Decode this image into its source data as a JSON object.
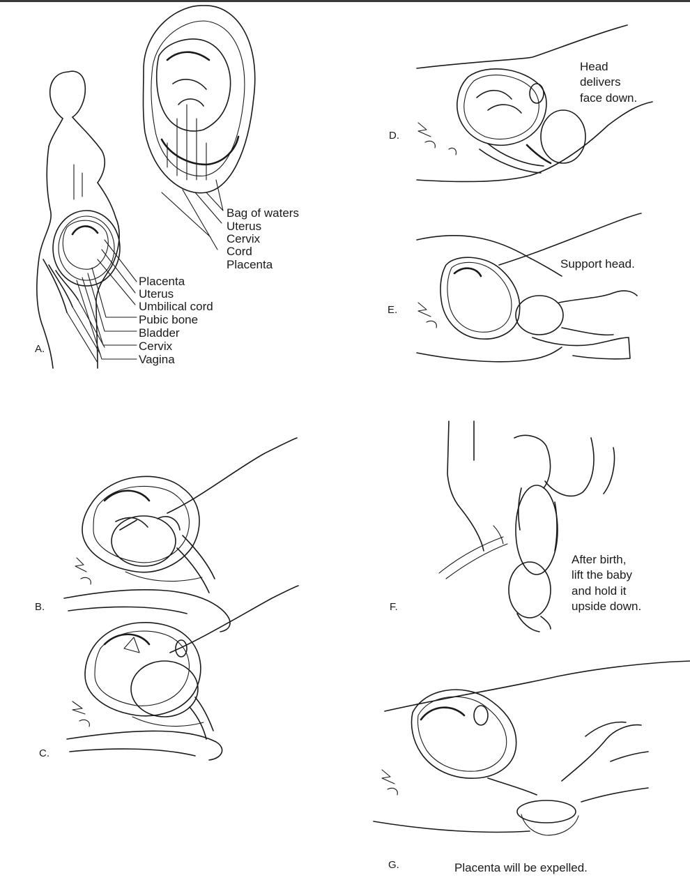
{
  "colors": {
    "ink": "#1a1a1a",
    "rule": "#3a3a3a",
    "paper": "#ffffff"
  },
  "panel_a": {
    "letter": "A.",
    "inset_labels": [
      "Bag of waters",
      "Uterus",
      "Cervix",
      "Cord",
      "Placenta"
    ],
    "body_labels": [
      "Placenta",
      "Uterus",
      "Umbilical cord",
      "Pubic bone",
      "Bladder",
      "Cervix",
      "Vagina"
    ]
  },
  "panel_b": {
    "letter": "B."
  },
  "panel_c": {
    "letter": "C."
  },
  "panel_d": {
    "letter": "D.",
    "caption": [
      "Head",
      "delivers",
      "face down."
    ]
  },
  "panel_e": {
    "letter": "E.",
    "caption": "Support head."
  },
  "panel_f": {
    "letter": "F.",
    "caption": [
      "After birth,",
      "lift the baby",
      "and hold it",
      "upside down."
    ]
  },
  "panel_g": {
    "letter": "G.",
    "caption": "Placenta will be expelled."
  }
}
